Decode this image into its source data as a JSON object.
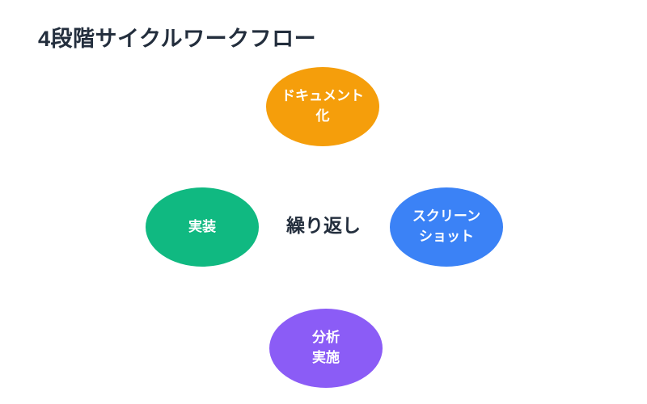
{
  "title": "4段階サイクルワークフロー",
  "center_label": "繰り返し",
  "colors": {
    "background": "#ffffff",
    "heading_text": "#232e3d",
    "node_text": "#ffffff",
    "orange": "#f59e0b",
    "blue": "#3b82f6",
    "purple": "#8b5cf6",
    "green": "#10b981"
  },
  "nodes": [
    {
      "id": "documentation",
      "position": "top",
      "label": "ドキュメント\n化",
      "color": "#f59e0b"
    },
    {
      "id": "screenshot",
      "position": "right",
      "label": "スクリーン\nショット",
      "color": "#3b82f6"
    },
    {
      "id": "analysis",
      "position": "bottom",
      "label": "分析\n実施",
      "color": "#8b5cf6"
    },
    {
      "id": "implementation",
      "position": "left",
      "label": "実装",
      "color": "#10b981"
    }
  ]
}
